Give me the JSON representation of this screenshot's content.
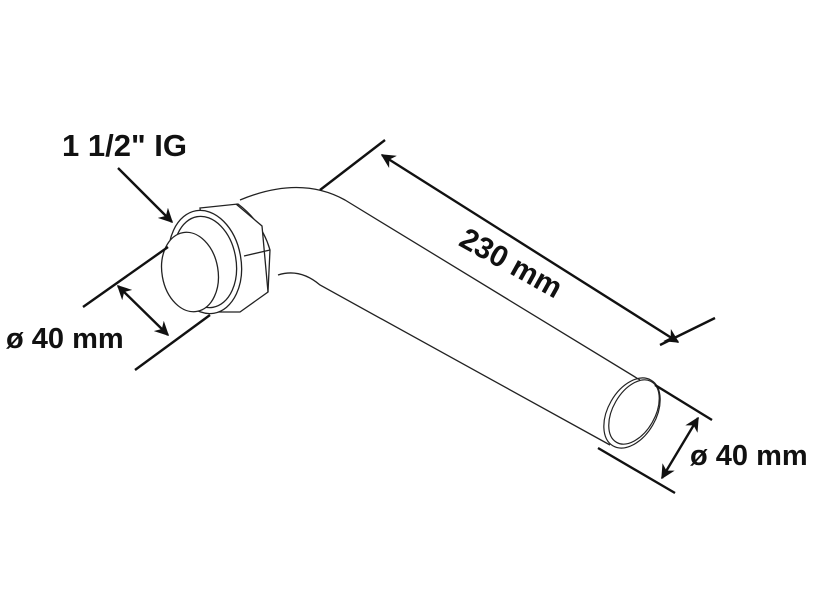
{
  "diagram": {
    "subject": "angled pipe elbow with union nut",
    "labels": {
      "thread": "1 1/2\" IG",
      "diameter_inlet": "ø 40 mm",
      "length": "230 mm",
      "diameter_outlet": "ø 40 mm"
    },
    "colors": {
      "line": "#111111",
      "background": "#ffffff"
    }
  }
}
